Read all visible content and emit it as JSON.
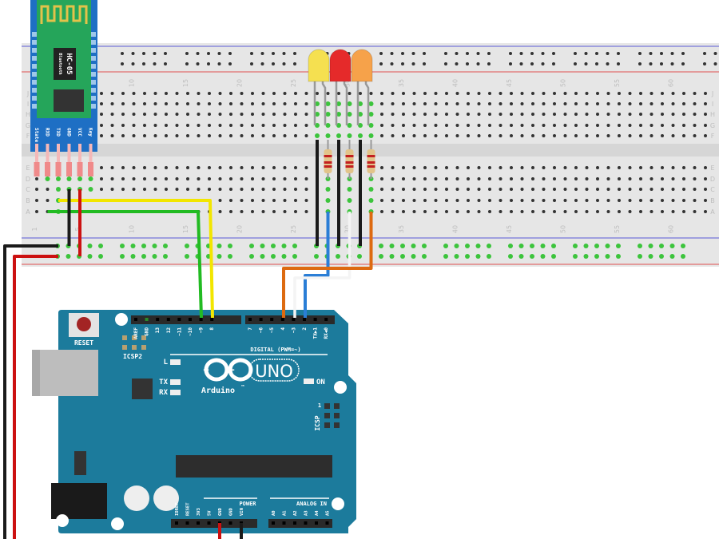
{
  "colors": {
    "breadboard": "#e6e6e6",
    "rail_blue": "#5b5bd6",
    "rail_red": "#e05050",
    "arduino": "#1c7b9c",
    "hc05_blue": "#1e6fc4",
    "hc05_green": "#25a55a",
    "led_yellow": "#f5e050",
    "led_red": "#e52a2a",
    "led_orange": "#f6a24a",
    "wire_black": "#1a1a1a",
    "wire_red": "#cc1111",
    "wire_yellow": "#f2e600",
    "wire_green": "#22bb22",
    "wire_blue": "#2a7ed6",
    "wire_white": "#f4f4f4",
    "wire_orange": "#dd6a10"
  },
  "breadboard": {
    "column_labels": [
      "1",
      "5",
      "10",
      "15",
      "20",
      "25",
      "30",
      "35",
      "40",
      "45",
      "50",
      "55",
      "60"
    ],
    "top_rows": [
      "J",
      "I",
      "H",
      "G",
      "F"
    ],
    "bottom_rows": [
      "E",
      "D",
      "C",
      "B",
      "A"
    ]
  },
  "hc05": {
    "chip_title": "HC-05",
    "chip_subtitle": "Bluetooth",
    "pins": [
      "State",
      "RXD",
      "TXD",
      "GND",
      "VCC",
      "Key"
    ]
  },
  "arduino": {
    "reset_label": "RESET",
    "icsp2_label": "ICSP2",
    "icsp_label": "ICSP",
    "icsp_pin1": "1",
    "led_l": "L",
    "led_tx": "TX",
    "led_rx": "RX",
    "led_on": "ON",
    "brand": "Arduino",
    "tm": "TM",
    "model": "UNO",
    "digital_label": "DIGITAL (PWM=~)",
    "digital_pins": [
      "AREF",
      "GND",
      "13",
      "12",
      "~11",
      "~10",
      "~9",
      "8",
      "7",
      "~6",
      "~5",
      "4",
      "~3",
      "2",
      "TX▶1",
      "RX◀0"
    ],
    "power_label": "POWER",
    "power_pins": [
      "IOREF",
      "RESET",
      "3V3",
      "5V",
      "GND",
      "GND",
      "VIN"
    ],
    "analog_label": "ANALOG IN",
    "analog_pins": [
      "A0",
      "A1",
      "A2",
      "A3",
      "A4",
      "A5"
    ]
  }
}
